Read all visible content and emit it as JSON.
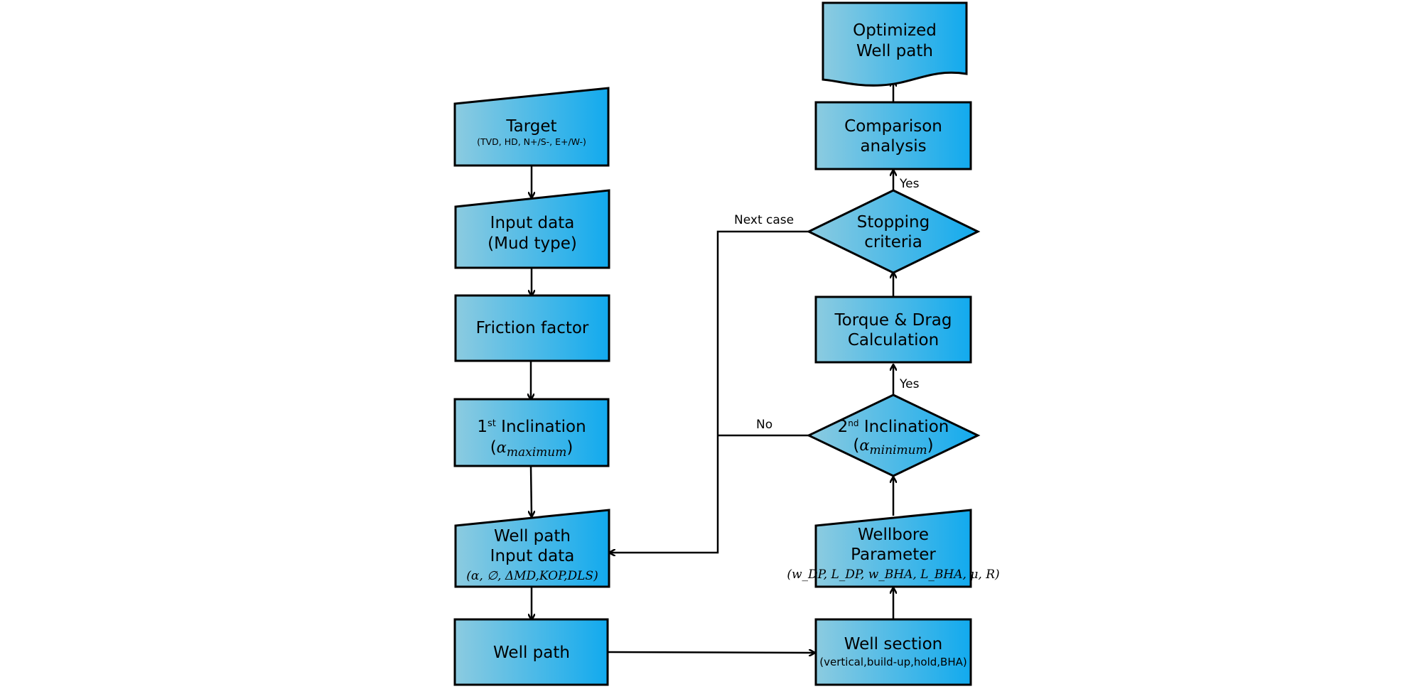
{
  "nodes": {
    "target": {
      "line1": "Target",
      "sub": "(TVD,  HD,  N+/S-,  E+/W-)"
    },
    "input_data": {
      "line1": "Input data",
      "line2": "(Mud type)"
    },
    "friction": {
      "line1": "Friction factor"
    },
    "inclination1": {
      "prefix": "1",
      "sup": "st",
      "rest": " Inclination",
      "math_sym": "α",
      "math_sub": "maximum"
    },
    "wellpath_input": {
      "line1": "Well path",
      "line2": "Input data",
      "line3": "(α, ∅, ΔMD,KOP,DLS)"
    },
    "wellpath": {
      "line1": "Well path"
    },
    "well_section": {
      "line1": "Well section",
      "sub": "(vertical,build-up,hold,BHA)"
    },
    "wellbore_param": {
      "line1": "Wellbore",
      "line2": "Parameter",
      "line3": "(w_DP, L_DP, w_BHA, L_BHA, μ, R)"
    },
    "inclination2": {
      "prefix": "2",
      "sup": "nd",
      "rest": " Inclination",
      "math_sym": "α",
      "math_sub": "minimum"
    },
    "torque_drag": {
      "line1": "Torque  &  Drag",
      "line2": "Calculation"
    },
    "stopping": {
      "line1": "Stopping",
      "line2": "criteria"
    },
    "comparison": {
      "line1": "Comparison",
      "line2": "analysis"
    },
    "optimized": {
      "line1": "Optimized",
      "line2": "Well path"
    }
  },
  "edge_labels": {
    "next_case": "Next case",
    "no": "No",
    "yes_stop": "Yes",
    "yes_inclination": "Yes"
  },
  "colors": {
    "fill_start": "#8ccbe0",
    "fill_end": "#12aaee",
    "stroke": "#000000"
  }
}
